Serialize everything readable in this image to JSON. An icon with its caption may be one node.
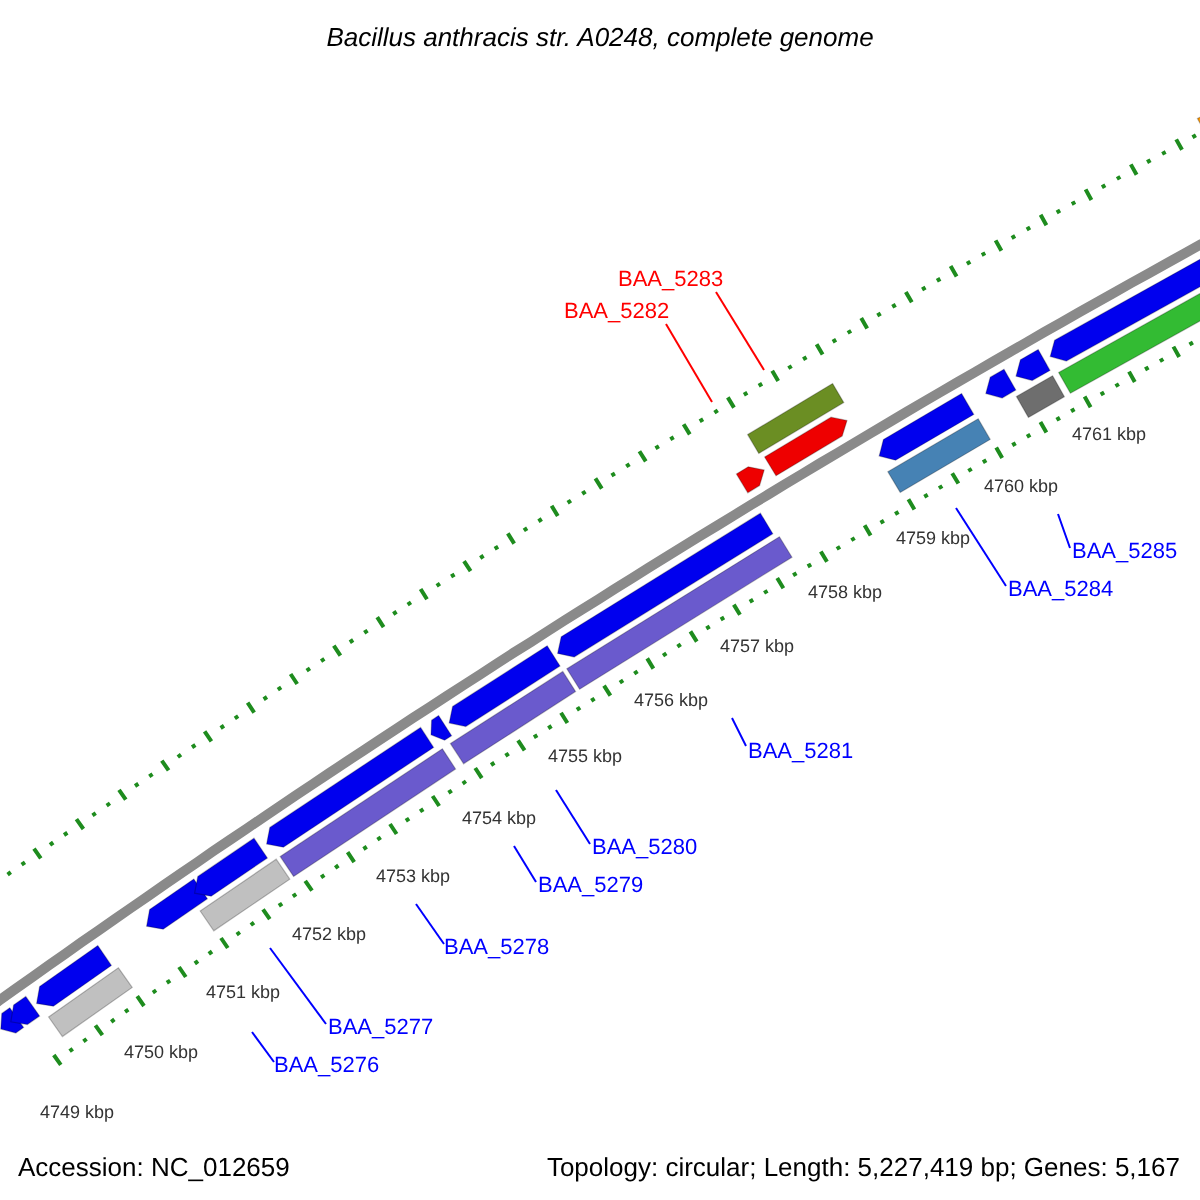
{
  "diagram": {
    "title": "Bacillus anthracis str. A0248, complete genome",
    "nodes": [
      {
        "text": [
          "BAA_5276"
        ]
      },
      {
        "text": [
          "BAA_5277"
        ]
      },
      {
        "text": [
          "BAA_5278"
        ]
      },
      {
        "text": [
          "BAA_5279"
        ]
      },
      {
        "text": [
          "BAA_5280"
        ]
      },
      {
        "text": [
          "BAA_5281"
        ]
      },
      {
        "text": [
          "BAA_5282"
        ]
      },
      {
        "text": [
          "BAA_5283"
        ]
      },
      {
        "text": [
          "BAA_5284"
        ]
      },
      {
        "text": [
          "BAA_5285"
        ]
      }
    ],
    "edges": [
      {
        "from": 0,
        "to": null,
        "arrow": "none"
      },
      {
        "from": 1,
        "to": null,
        "arrow": "none"
      },
      {
        "from": 2,
        "to": null,
        "arrow": "none"
      },
      {
        "from": 3,
        "to": null,
        "arrow": "none"
      },
      {
        "from": 4,
        "to": null,
        "arrow": "none"
      },
      {
        "from": 5,
        "to": null,
        "arrow": "none"
      },
      {
        "from": 6,
        "to": null,
        "arrow": "none",
        "color": "#ff0000"
      },
      {
        "from": 7,
        "to": null,
        "arrow": "none",
        "color": "#ff0000"
      },
      {
        "from": 8,
        "to": null,
        "arrow": "none"
      },
      {
        "from": 9,
        "to": null,
        "arrow": "none"
      }
    ],
    "labels": [
      "4749 kbp",
      "4750 kbp",
      "4751 kbp",
      "4752 kbp",
      "4753 kbp",
      "4754 kbp",
      "4755 kbp",
      "4756 kbp",
      "4757 kbp",
      "4758 kbp",
      "4759 kbp",
      "4760 kbp",
      "4761 kbp",
      "Accession: NC_012659",
      "Topology: circular; Length: 5,227,419 bp; Genes: 5,167"
    ]
  }
}
